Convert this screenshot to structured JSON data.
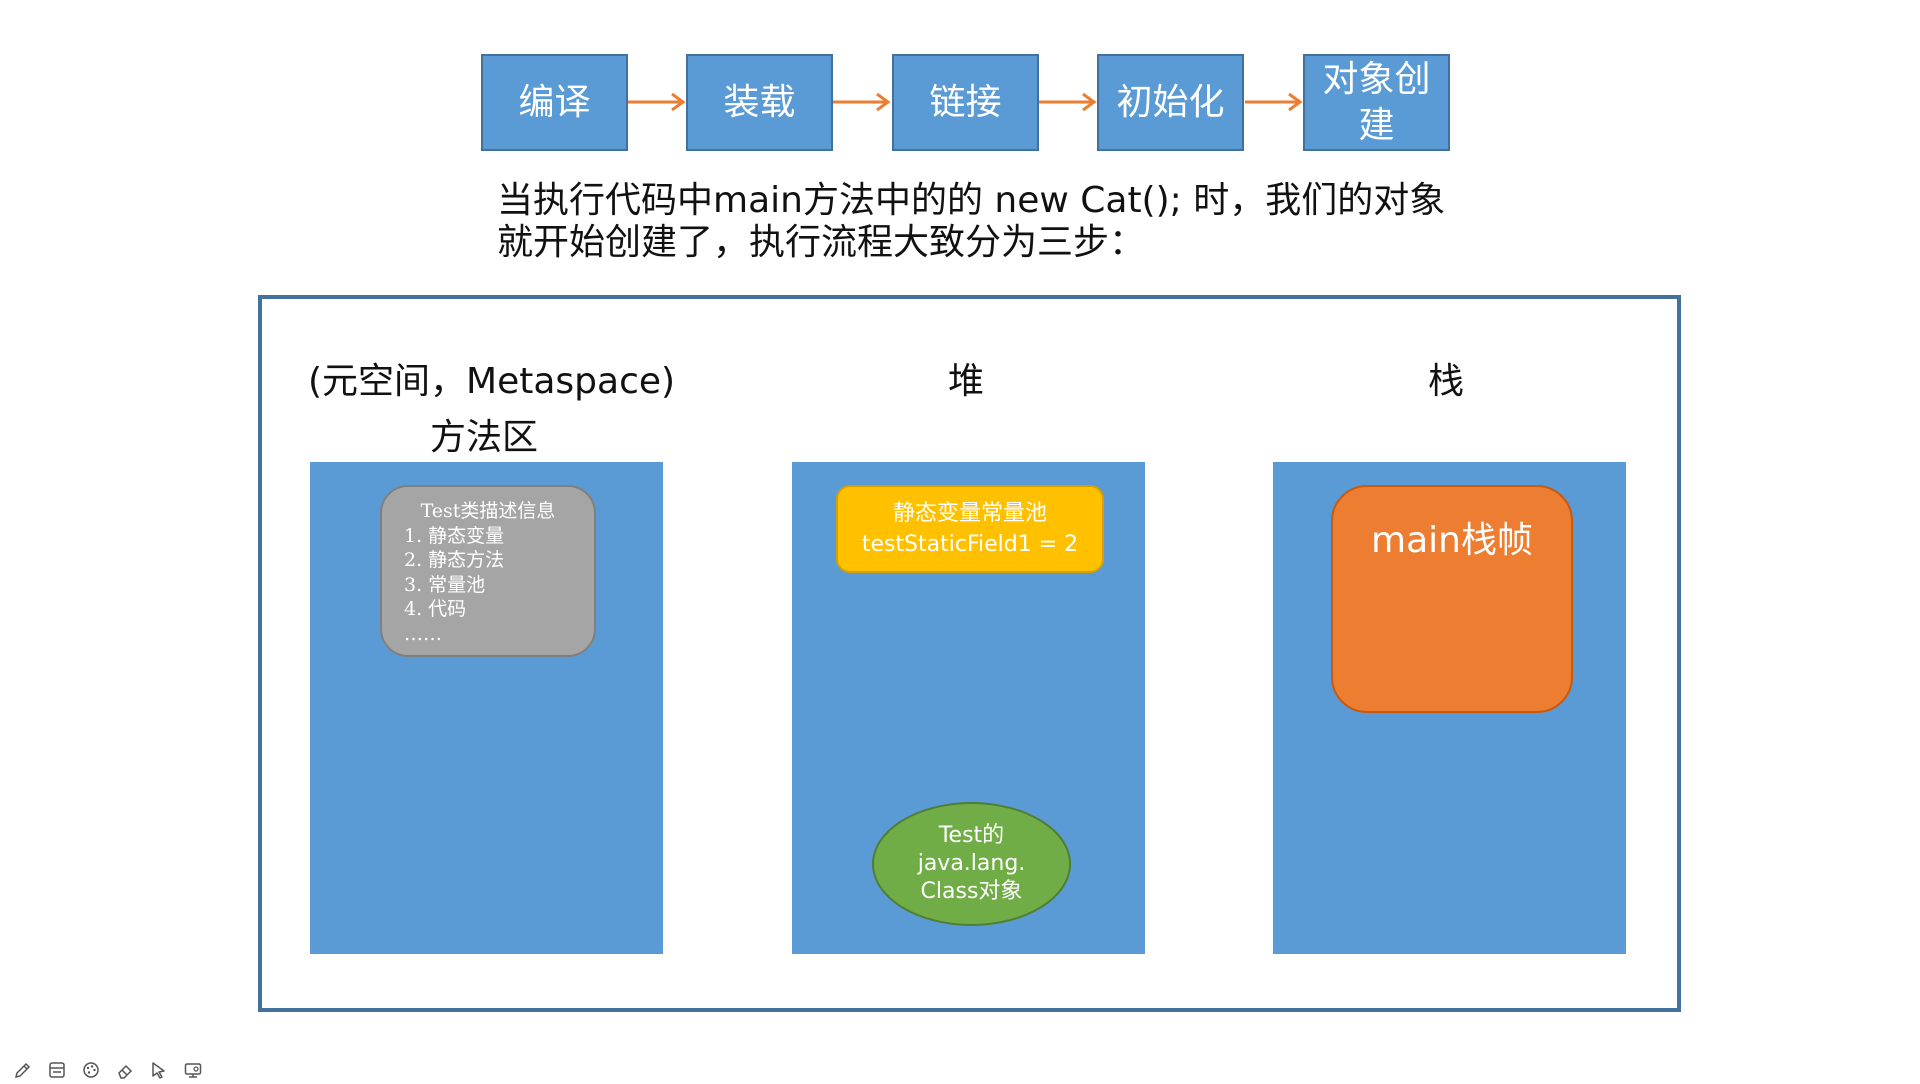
{
  "flow": {
    "steps": [
      "编译",
      "装载",
      "链接",
      "初始化",
      "对象创建"
    ]
  },
  "description": {
    "line1": "当执行代码中main方法中的的 new Cat(); 时，我们的对象",
    "line2": "就开始创建了，执行流程大致分为三步："
  },
  "areas": {
    "method_area": {
      "subtitle": "(元空间，Metaspace)",
      "title": "方法区",
      "info_box": {
        "title": "Test类描述信息",
        "items": [
          "1. 静态变量",
          "2. 静态方法",
          "3. 常量池",
          "4. 代码",
          "……"
        ]
      }
    },
    "heap": {
      "title": "堆",
      "static_pool": {
        "line1": "静态变量常量池",
        "line2": "testStaticField1 = 2"
      },
      "class_object": {
        "line1": "Test的",
        "line2": "java.lang.",
        "line3": "Class对象"
      }
    },
    "stack": {
      "title": "栈",
      "frame": "main栈帧"
    }
  },
  "colors": {
    "column": "#5b9bd5",
    "step": "#5b9bd5",
    "arrow": "#ed7d31",
    "frame_border": "#41719c",
    "info_box": "#a5a5a5",
    "static_pool": "#ffc000",
    "class_object": "#70ad47",
    "stack_frame": "#ed7d31"
  },
  "toolbar": {
    "icons": [
      "pencil-icon",
      "slides-icon",
      "palette-icon",
      "eraser-icon",
      "pointer-icon",
      "screen-icon"
    ]
  }
}
